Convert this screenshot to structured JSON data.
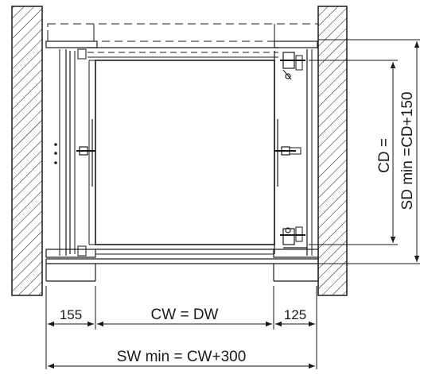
{
  "diagram": {
    "labels": {
      "left_gap": "155",
      "car_width": "CW = DW",
      "right_gap": "125",
      "shaft_width": "SW min = CW+300",
      "car_depth": "CD =",
      "shaft_depth": "SD min =CD+150"
    },
    "colors": {
      "line": "#1a1a1a",
      "background": "#ffffff"
    }
  }
}
